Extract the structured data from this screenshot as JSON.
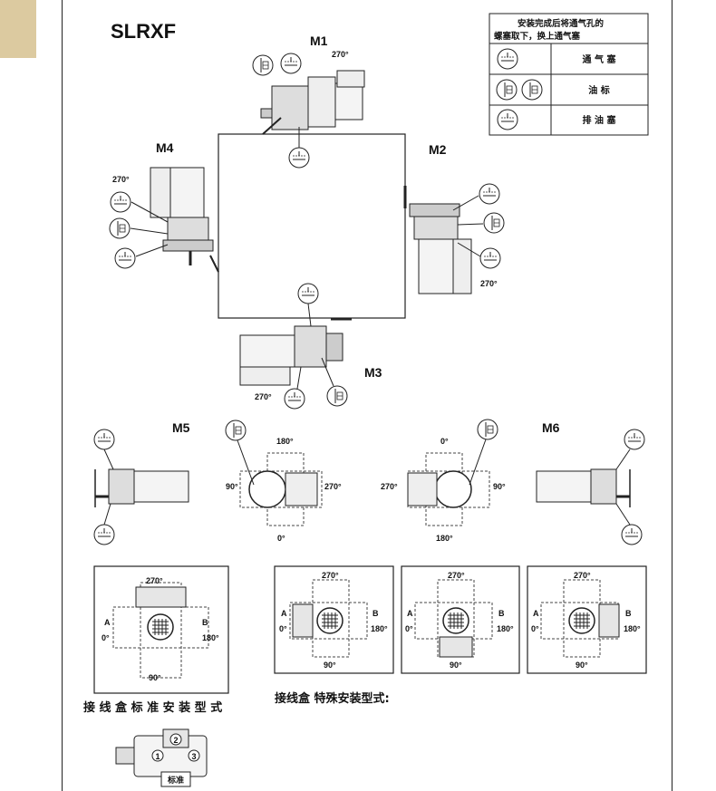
{
  "title": "SLRXF",
  "positions": {
    "m1": "M1",
    "m2": "M2",
    "m3": "M3",
    "m4": "M4",
    "m5": "M5",
    "m6": "M6"
  },
  "legend": {
    "header_line1": "安装完成后将通气孔的",
    "header_line2": "螺塞取下，换上通气塞",
    "rows": [
      "通 气 塞",
      "油 标",
      "排 油 塞"
    ],
    "row_icons": [
      "vent-plug-icon",
      "oil-gauge-icon",
      "drain-plug-icon"
    ]
  },
  "angles": {
    "a270": "270°",
    "a180": "180°",
    "a90": "90°",
    "a0": "0°"
  },
  "box_sides": {
    "a": "A",
    "b": "B"
  },
  "captions": {
    "standard": "接 线 盒  标 准 安 装 型 式",
    "special": "接线盒 特殊安装型式:"
  },
  "motor_labels": {
    "n1": "1",
    "n2": "2",
    "n3": "3",
    "std": "标准"
  }
}
